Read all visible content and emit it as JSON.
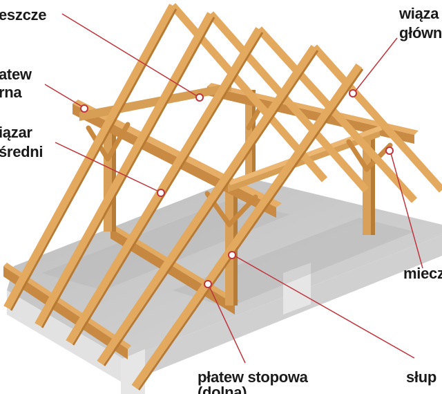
{
  "labels": {
    "kleszcze": "eszcze",
    "platew_srodkowa_1": "atew",
    "platew_srodkowa_2": "rna",
    "wiazar_posredni_1": "iązar",
    "wiazar_posredni_2": "średni",
    "wiazar_glowny_1": "wiąza",
    "wiazar_glowny_2": "główn",
    "miecz": "miecz",
    "platew_stopowa_1": "płatew stopowa",
    "platew_stopowa_2": "(dolna)",
    "slup": "słup"
  },
  "colors": {
    "timber": "#dca35a",
    "timber_dark": "#b87d35",
    "timber_shadow": "#9c6428",
    "slab_top": "#c9c9c9",
    "slab_side": "#e3e3e3",
    "slab_front": "#d2d2d2",
    "leader": "#c0343c",
    "text": "#1a1a1a"
  }
}
